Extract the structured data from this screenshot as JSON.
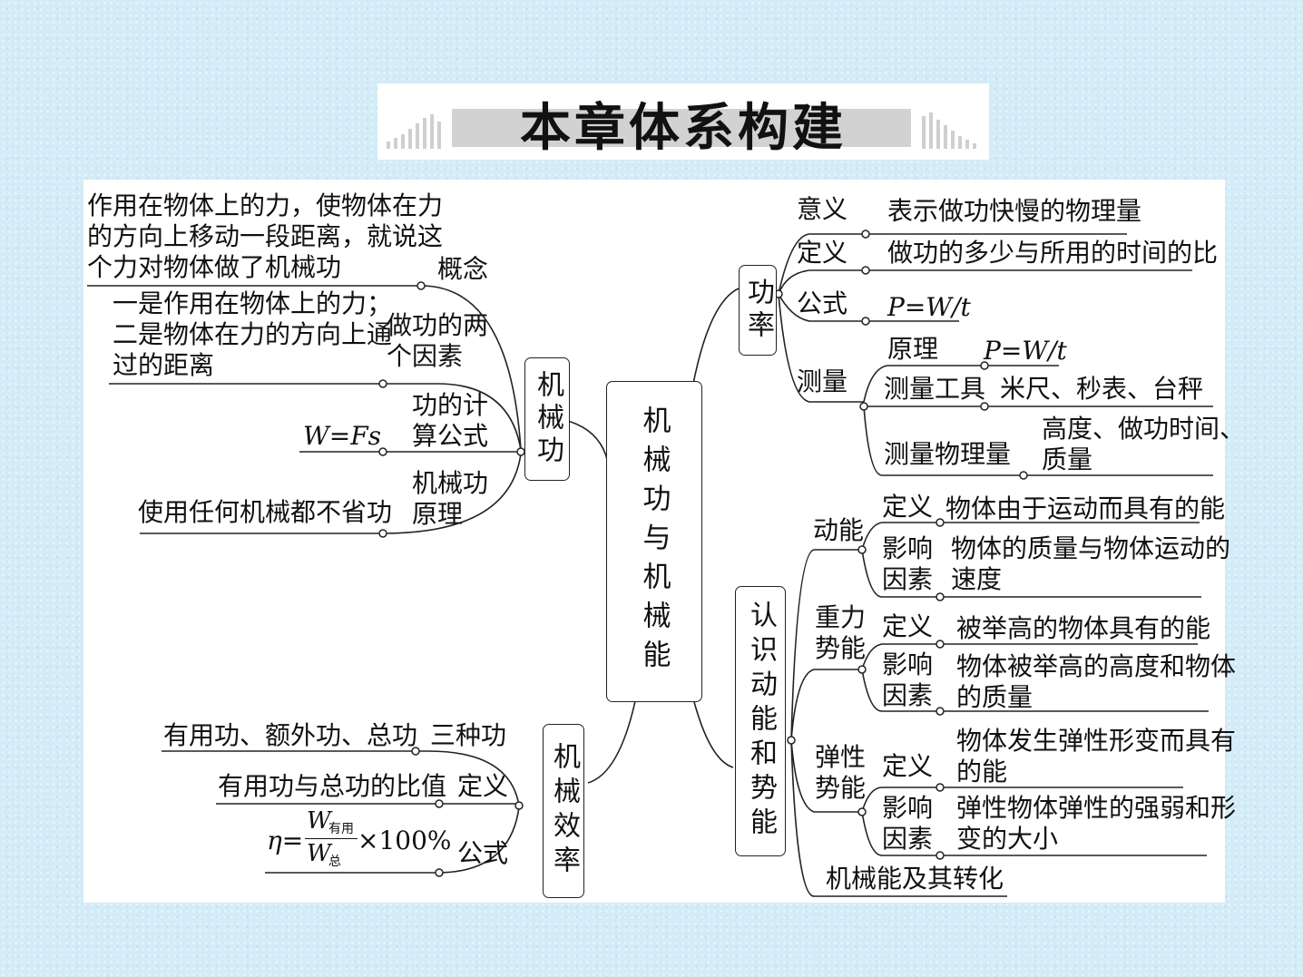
{
  "title": "本章体系构建",
  "center": "机械功与机械能",
  "branches": {
    "work": {
      "label": "机械功",
      "concept": {
        "label": "概念",
        "text": [
          "作用在物体上的力，使物体在力",
          "的方向上移动一段距离，就说这",
          "个力对物体做了机械功"
        ]
      },
      "factors": {
        "label": [
          "做功的两",
          "个因素"
        ],
        "text": [
          "一是作用在物体上的力；",
          "二是物体在力的方向上通",
          "过的距离"
        ]
      },
      "formula": {
        "label": [
          "功的计",
          "算公式"
        ],
        "text": "W=Fs"
      },
      "principle": {
        "label": [
          "机械功",
          "原理"
        ],
        "text": "使用任何机械都不省功"
      }
    },
    "power": {
      "label": "功率",
      "meaning": {
        "label": "意义",
        "text": "表示做功快慢的物理量"
      },
      "definition": {
        "label": "定义",
        "text": "做功的多少与所用的时间的比"
      },
      "formula": {
        "label": "公式",
        "text": "P=W/t"
      },
      "measure": {
        "label": "测量",
        "principle": {
          "label": "原理",
          "text": "P=W/t"
        },
        "tools": {
          "label": "测量工具",
          "text": "米尺、秒表、台秤"
        },
        "quantities": {
          "label": "测量物理量",
          "text": [
            "高度、做功时间、",
            "质量"
          ]
        }
      }
    },
    "efficiency": {
      "label": "机械效率",
      "three": {
        "label": "三种功",
        "text": "有用功、额外功、总功"
      },
      "definition": {
        "label": "定义",
        "text": "有用功与总功的比值"
      },
      "formula": {
        "label": "公式",
        "eta": "η=",
        "num": "W",
        "num_sub": "有用",
        "den": "W",
        "den_sub": "总",
        "tail": "×100%"
      }
    },
    "energy": {
      "label": "认识动能和势能",
      "kinetic": {
        "label": "动能",
        "def": {
          "label": "定义",
          "text": "物体由于运动而具有的能"
        },
        "factor": {
          "label": [
            "影响",
            "因素"
          ],
          "text": [
            "物体的质量与物体运动的",
            "速度"
          ]
        }
      },
      "gravity": {
        "label": [
          "重力",
          "势能"
        ],
        "def": {
          "label": "定义",
          "text": "被举高的物体具有的能"
        },
        "factor": {
          "label": [
            "影响",
            "因素"
          ],
          "text": [
            "物体被举高的高度和物体",
            "的质量"
          ]
        }
      },
      "elastic": {
        "label": [
          "弹性",
          "势能"
        ],
        "def": {
          "label": "定义",
          "text": [
            "物体发生弹性形变而具有",
            "的能"
          ]
        },
        "factor": {
          "label": [
            "影响",
            "因素"
          ],
          "text": [
            "弹性物体弹性的强弱和形",
            "变的大小"
          ]
        }
      },
      "conversion": {
        "label": "机械能及其转化"
      }
    }
  }
}
